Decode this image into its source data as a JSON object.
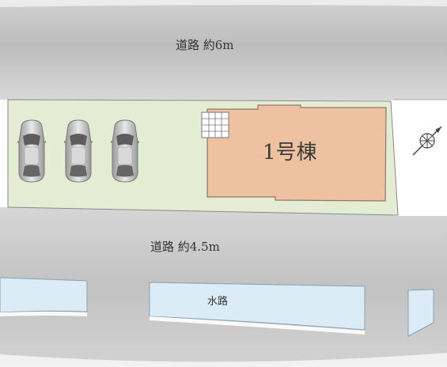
{
  "roads": {
    "top_label": "道路 約6m",
    "bottom_label": "道路 約4.5m"
  },
  "building": {
    "label": "1号棟"
  },
  "waterway": {
    "label": "水路"
  },
  "parking": {
    "cars": 3
  },
  "icons": {
    "compass": "north-arrow-icon",
    "stairs": "stairs-icon",
    "car": "car-icon"
  },
  "colors": {
    "road": "#c7c7c7",
    "lot": "#e4ecd4",
    "building": "#eec2a0",
    "waterway": "#dcecf6"
  }
}
